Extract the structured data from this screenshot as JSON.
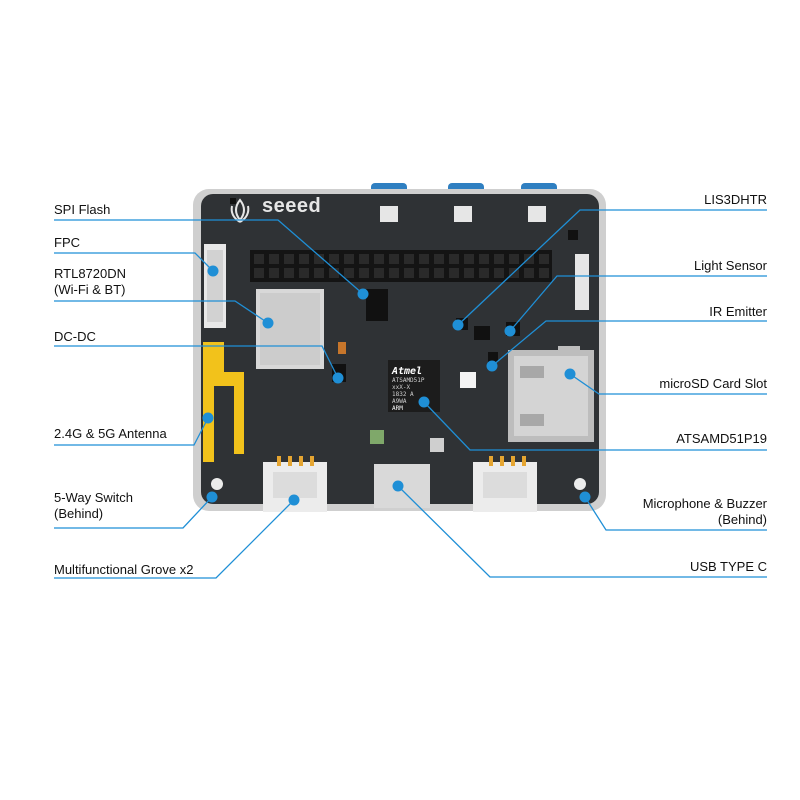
{
  "board": {
    "brand": "seeed",
    "chip_brand": "Atmel",
    "chip_lines": [
      "ATSAMD51P",
      "xxX-X",
      "1832 A",
      "A9WA"
    ],
    "chip_arm": "ARM",
    "colors": {
      "pcb": "#2f3235",
      "frame": "#c8c8c8",
      "leader": "#1f8fd6",
      "antenna": "#f2c21b",
      "button": "#2f7fc1"
    }
  },
  "labels_left": [
    {
      "id": "spi-flash",
      "lines": [
        "SPI Flash"
      ]
    },
    {
      "id": "fpc",
      "lines": [
        "FPC"
      ]
    },
    {
      "id": "rtl8720dn",
      "lines": [
        "RTL8720DN",
        "(Wi-Fi & BT)"
      ]
    },
    {
      "id": "dc-dc",
      "lines": [
        "DC-DC"
      ]
    },
    {
      "id": "antenna",
      "lines": [
        "2.4G & 5G Antenna"
      ]
    },
    {
      "id": "five-way-switch",
      "lines": [
        "5-Way Switch",
        "(Behind)"
      ]
    },
    {
      "id": "grove",
      "lines": [
        "Multifunctional Grove x2"
      ]
    }
  ],
  "labels_right": [
    {
      "id": "lis3dhtr",
      "lines": [
        "LIS3DHTR"
      ]
    },
    {
      "id": "light-sensor",
      "lines": [
        "Light Sensor"
      ]
    },
    {
      "id": "ir-emitter",
      "lines": [
        "IR Emitter"
      ]
    },
    {
      "id": "microsd",
      "lines": [
        "microSD Card Slot"
      ]
    },
    {
      "id": "atsamd51p19",
      "lines": [
        "ATSAMD51P19"
      ]
    },
    {
      "id": "mic-buzzer",
      "lines": [
        "Microphone & Buzzer",
        "(Behind)"
      ]
    },
    {
      "id": "usb-c",
      "lines": [
        "USB TYPE C"
      ]
    }
  ]
}
